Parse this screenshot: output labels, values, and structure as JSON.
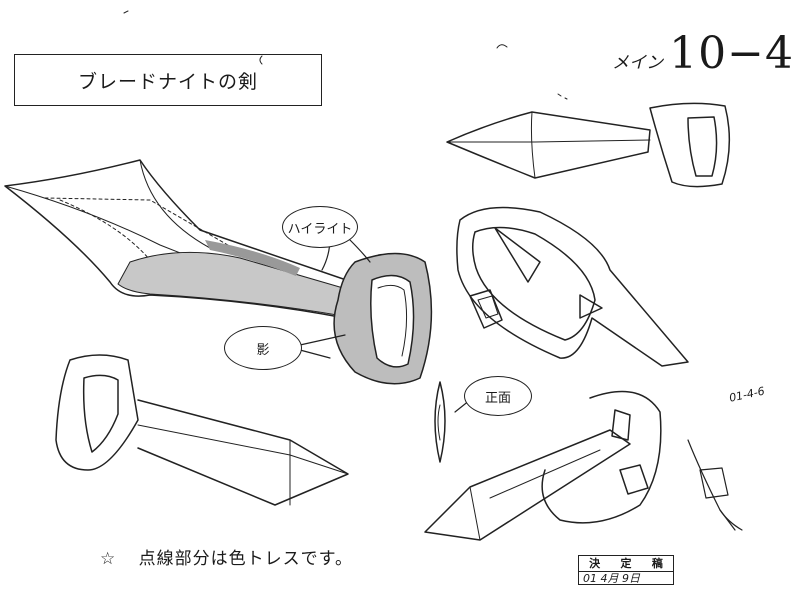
{
  "title": "ブレードナイトの剣",
  "sheet": {
    "prefix": "メイン",
    "number": "10−4"
  },
  "callouts": {
    "highlight": "ハイライト",
    "shadow": "影",
    "front": "正面"
  },
  "note": {
    "star": "☆",
    "text": "点線部分は色トレスです。"
  },
  "stamp": {
    "h1": "決",
    "h2": "定",
    "h3": "稿",
    "date": "01 4月 9日"
  },
  "signature": {
    "date": "01-4-6"
  }
}
